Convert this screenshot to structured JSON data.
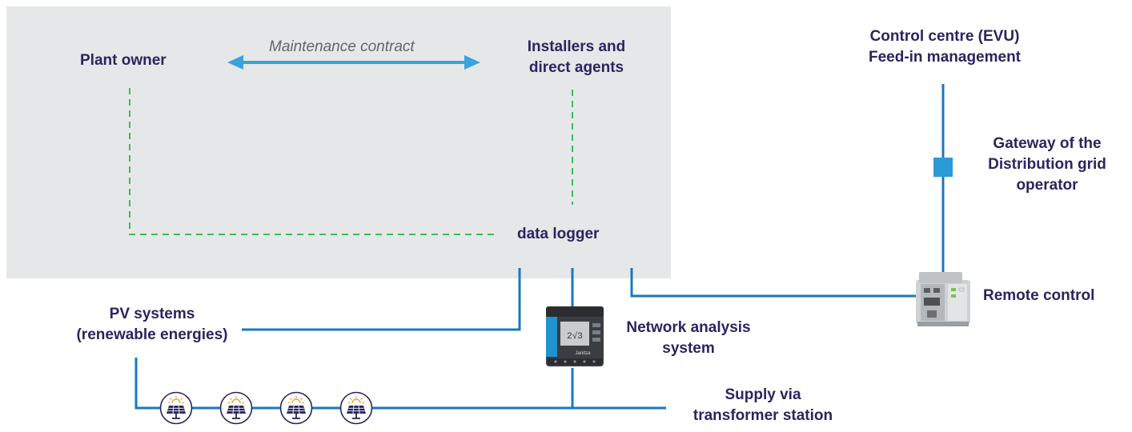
{
  "labels": {
    "plant_owner": "Plant owner",
    "maintenance_contract": "Maintenance contract",
    "installers_line1": "Installers and",
    "installers_line2": "direct agents",
    "control_centre_line1": "Control centre (EVU)",
    "control_centre_line2": "Feed-in management",
    "gateway_line1": "Gateway of the",
    "gateway_line2": "Distribution grid",
    "gateway_line3": "operator",
    "data_logger": "data logger",
    "remote_control": "Remote control",
    "pv_line1": "PV systems",
    "pv_line2": "(renewable energies)",
    "network_line1": "Network analysis",
    "network_line2": "system",
    "supply_line1": "Supply via",
    "supply_line2": "transformer station"
  },
  "device_labels": {
    "analyzer_display": "2√3",
    "analyzer_brand": "Janitza"
  },
  "colors": {
    "label_text": "#2a2560",
    "panel_bg": "#e6e7e8",
    "line_blue": "#1a78bf",
    "arrow_blue": "#3aa3dc",
    "dashed_green": "#3dbb5b",
    "gateway_square": "#2a9bd7",
    "contract_text": "#666666"
  },
  "icons": {
    "solar_panel": "solar-panel-icon",
    "gateway": "gateway-square-icon",
    "remote_control_device": "plc-controller-icon",
    "network_analyzer_device": "power-analyzer-icon"
  }
}
